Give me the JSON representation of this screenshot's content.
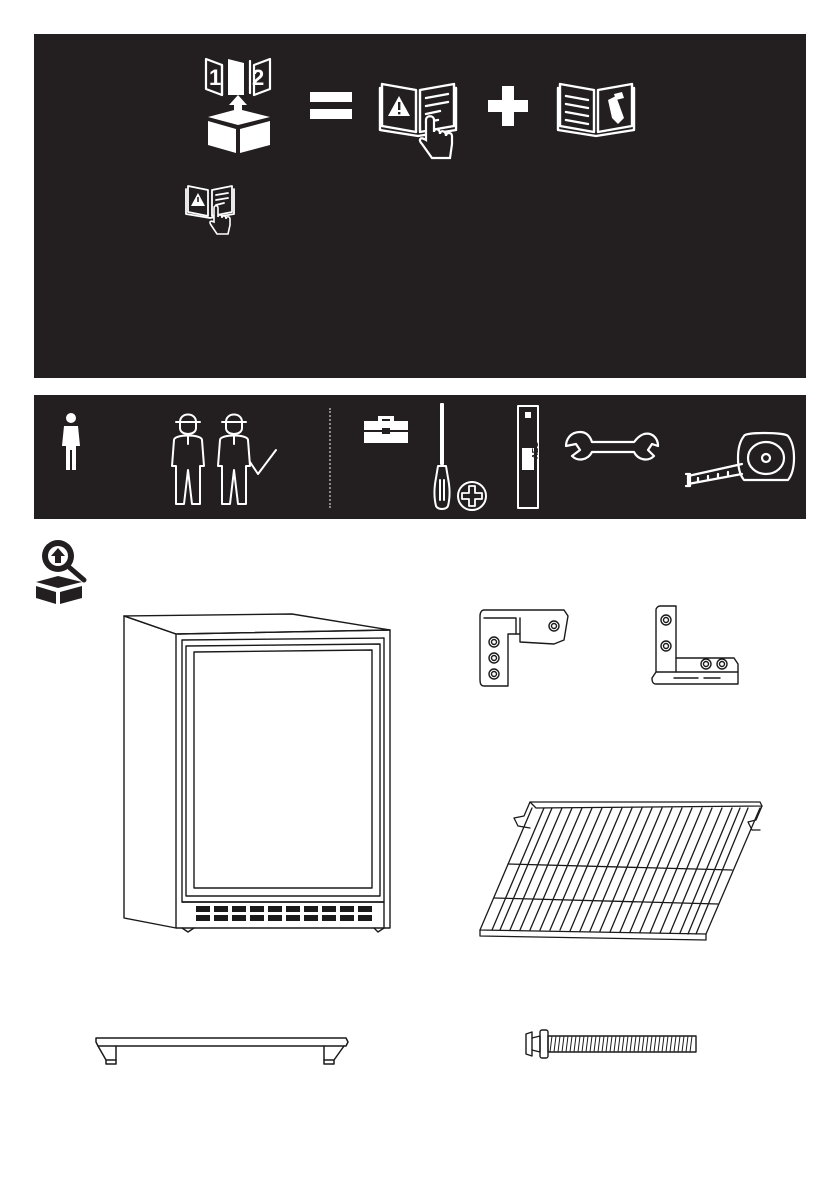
{
  "manual_parts": {
    "part1": "1",
    "part2": "2"
  },
  "level_tool": {
    "label": "AEG"
  },
  "colors": {
    "panel": "#231f20",
    "icon_on_dark": "#ffffff",
    "line_art": "#1a1a1a"
  },
  "icons": {
    "header": [
      "manual-box-icon",
      "equals-icon",
      "safety-manual-icon",
      "plus-icon",
      "installation-manual-icon",
      "small-safety-manual-icon"
    ],
    "tools": [
      "one-person-icon",
      "two-persons-icon",
      "checkmark-icon",
      "toolbox-icon",
      "screwdriver-icon",
      "phillips-head-icon",
      "spirit-level-icon",
      "wrench-icon",
      "tape-measure-icon"
    ],
    "contents": [
      "inspect-box-icon",
      "wine-cooler-illustration",
      "top-hinge-illustration",
      "bottom-hinge-illustration",
      "wire-shelf-illustration",
      "door-handle-illustration",
      "handle-screw-illustration"
    ]
  }
}
